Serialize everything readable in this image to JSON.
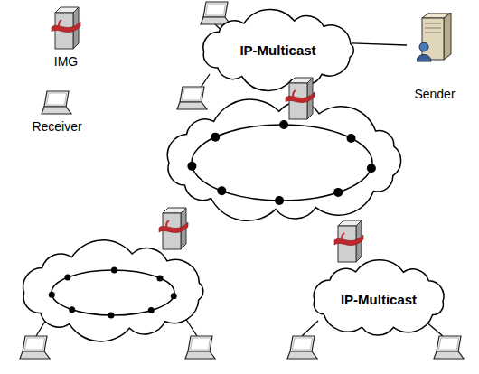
{
  "diagram": {
    "nodes": [
      {
        "text": [
          "IP-Multicast"
        ]
      },
      {
        "text": [
          "Sender"
        ]
      },
      {
        "text": [
          "IP-Multicast"
        ]
      }
    ],
    "edges": [
      {
        "from": 1,
        "to": 0,
        "arrow": "none"
      }
    ],
    "legend": [
      {
        "text": "IMG"
      },
      {
        "text": "Receiver"
      }
    ]
  }
}
